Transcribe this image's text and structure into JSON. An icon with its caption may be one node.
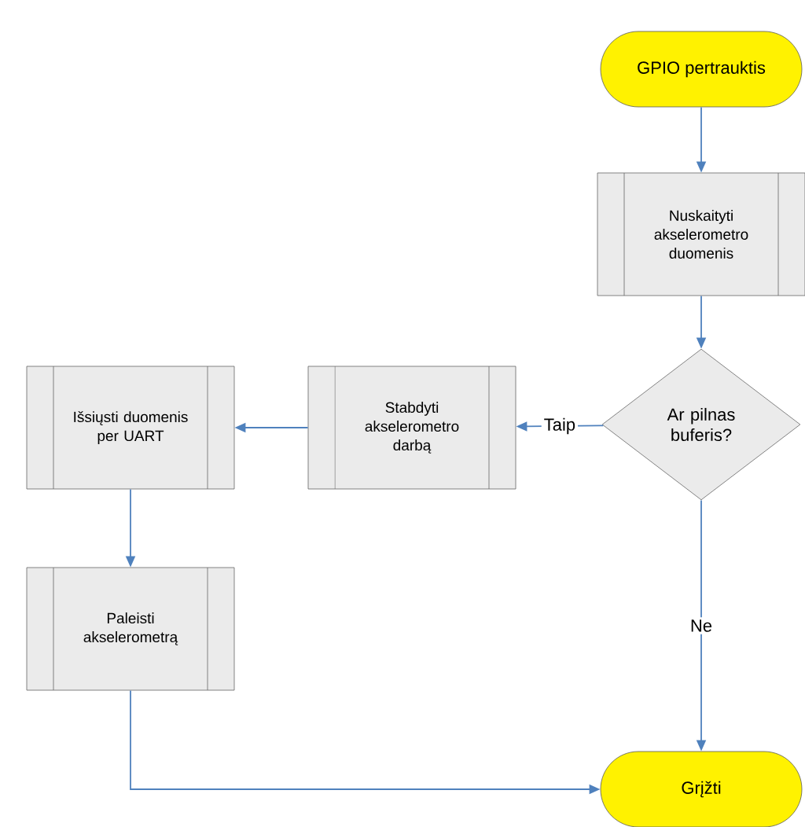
{
  "diagram": {
    "nodes": [
      {
        "text": [
          "GPIO pertrauktis"
        ]
      },
      {
        "text": [
          "Nuskaityti akselerometro duomenis"
        ]
      },
      {
        "text": [
          "Ar pilnas buferis?"
        ]
      },
      {
        "text": [
          "Stabdyti akselerometro darbą"
        ]
      },
      {
        "text": [
          "Išsiųsti duomenis per UART"
        ]
      },
      {
        "text": [
          "Paleisti akselerometrą"
        ]
      },
      {
        "text": [
          "Grįžti"
        ]
      }
    ],
    "edges": [
      {
        "from": 0,
        "to": 1,
        "arrow": "to"
      },
      {
        "from": 1,
        "to": 2,
        "arrow": "to"
      },
      {
        "from": 2,
        "to": 3,
        "arrow": "to",
        "label": "Taip"
      },
      {
        "from": 3,
        "to": 4,
        "arrow": "to"
      },
      {
        "from": 4,
        "to": 5,
        "arrow": "to"
      },
      {
        "from": 2,
        "to": 6,
        "arrow": "to",
        "label": "Ne"
      },
      {
        "from": 5,
        "to": 6,
        "arrow": "to"
      }
    ]
  }
}
